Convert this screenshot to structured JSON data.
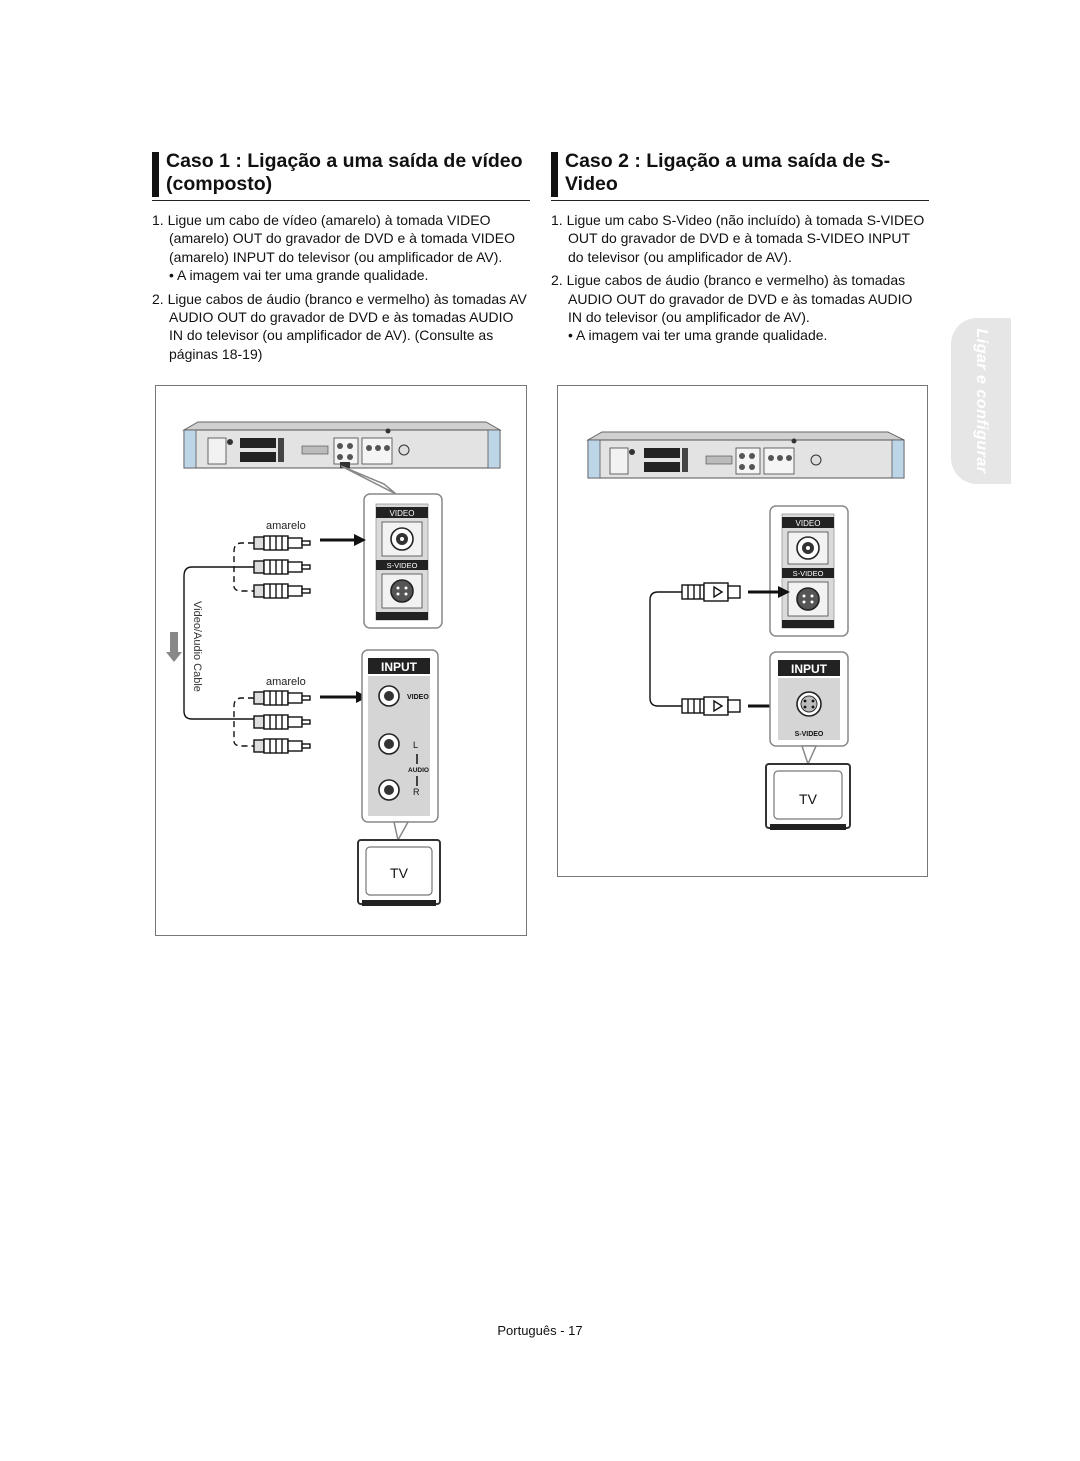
{
  "case1": {
    "title": "Caso 1 : Ligação a uma saída de vídeo (composto)",
    "step1": "1. Ligue um cabo de vídeo (amarelo) à tomada VIDEO (amarelo) OUT do gravador de DVD e à tomada VIDEO (amarelo) INPUT do televisor (ou amplificador de AV).",
    "step1_note": "A imagem vai ter uma grande qualidade.",
    "step2": "2. Ligue cabos de áudio (branco e vermelho) às tomadas AV AUDIO OUT do gravador de DVD e às tomadas AUDIO IN do televisor (ou amplificador de AV). (Consulte as páginas 18-19)"
  },
  "case2": {
    "title": "Caso 2 : Ligação a uma saída de S-Video",
    "step1": "1. Ligue um cabo S-Video (não incluído) à tomada S-VIDEO OUT do gravador de DVD e à tomada S-VIDEO INPUT do televisor (ou amplificador de AV).",
    "step2": "2. Ligue cabos de áudio (branco e vermelho) às tomadas AUDIO OUT do gravador de DVD e às tomadas AUDIO IN do televisor (ou amplificador de AV).",
    "step2_note": "A imagem vai ter uma grande qualidade."
  },
  "diagram1": {
    "label_amarelo_top": "amarelo",
    "label_amarelo_bottom": "amarelo",
    "cable_label": "Video/Audio Cable",
    "out_video": "VIDEO",
    "out_svideo": "S-VIDEO",
    "input_title": "INPUT",
    "input_video": "VIDEO",
    "input_l": "L",
    "input_audio": "AUDIO",
    "input_r": "R",
    "tv": "TV"
  },
  "diagram2": {
    "out_video": "VIDEO",
    "out_svideo": "S-VIDEO",
    "input_title": "INPUT",
    "input_svideo": "S-VIDEO",
    "tv": "TV"
  },
  "side_tab": "Ligar e configurar",
  "footer": "Português - 17"
}
